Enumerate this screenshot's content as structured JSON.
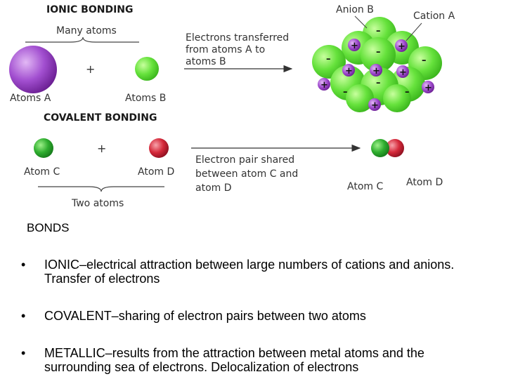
{
  "diagram": {
    "ionic_heading": "IONIC BONDING",
    "many_atoms": "Many atoms",
    "plus": "+",
    "atoms_a": "Atoms A",
    "atoms_b": "Atoms B",
    "transfer_line1": "Electrons transferred",
    "transfer_line2": "from atoms A to",
    "transfer_line3": "atoms B",
    "anion_b": "Anion B",
    "cation_a": "Cation A",
    "covalent_heading": "COVALENT BONDING",
    "atom_c": "Atom C",
    "atom_d": "Atom D",
    "shared_line1": "Electron pair shared",
    "shared_line2": "between atom C and",
    "shared_line3": "atom D",
    "two_atoms": "Two atoms",
    "minus_sign": "–",
    "plus_sign": "+",
    "colors": {
      "purple": "#9b3fc4",
      "green": "#5fe03a",
      "dark_green": "#2fa82f",
      "red": "#d42a3a"
    }
  },
  "bonds_title": "BONDS",
  "bullets": [
    {
      "marker": "•",
      "strong": "IONIC–electrical attraction between large numbers of cations and anions.",
      "normal": " Transfer of electrons"
    },
    {
      "marker": "•",
      "strong": "COVALENT–sharing of electron pairs between two atoms",
      "normal": ""
    },
    {
      "marker": "•",
      "strong": "METALLIC–results from the attraction between metal atoms and the surrounding sea of electrons.",
      "normal": " Delocalization of electrons"
    }
  ]
}
